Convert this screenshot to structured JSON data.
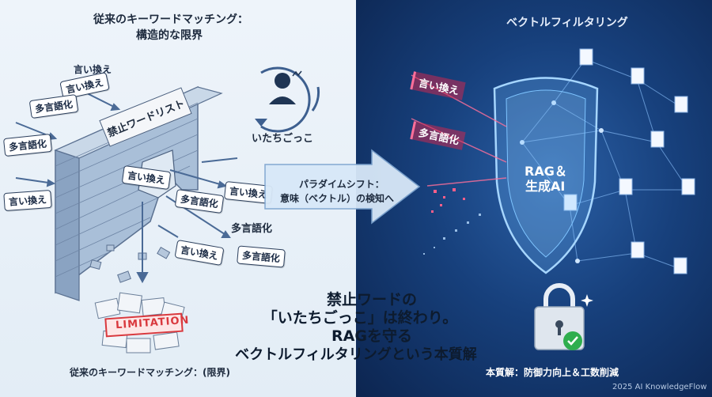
{
  "left": {
    "title_line1": "従来のキーワードマッチング：",
    "title_line2": "構造的な限界",
    "wall_sign": "禁止ワードリスト",
    "cycle_label": "いたちごっこ",
    "limitation_stamp": "LIMITATION",
    "caption": "従来のキーワードマッチング：(限界)",
    "bubbles_paraphrase": "言い換え",
    "bubbles_multilingual": "多言語化",
    "loose_label": "多言語化"
  },
  "right": {
    "title": "ベクトルフィルタリング",
    "shield_line1": "RAG＆",
    "shield_line2": "生成AI",
    "intent_1": "言い換え",
    "intent_2": "多言語化",
    "bottom_note": "本質解：防御力向上＆工数削減"
  },
  "arrow": {
    "line1": "パラダイムシフト：",
    "line2": "意味（ベクトル）の検知へ"
  },
  "headline": {
    "line1": "禁止ワードの",
    "line2": "「いたちごっこ」は終わり。",
    "line3": "RAGを守る",
    "line4": "ベクトルフィルタリングという本質解"
  },
  "footer": "2025 AI KnowledgeFlow",
  "colors": {
    "left_bg": "#e9f1f8",
    "right_bg": "#17407c",
    "accent_red": "#d9383d",
    "check_green": "#2fae4e"
  }
}
